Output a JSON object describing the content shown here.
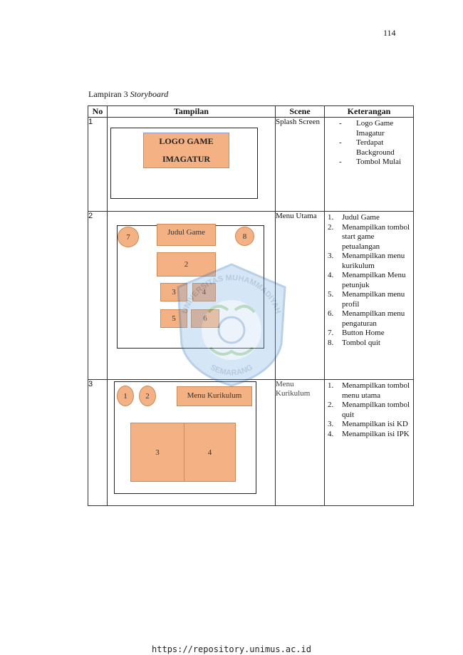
{
  "page": {
    "number": "114",
    "caption_prefix": "Lampiran 3 ",
    "caption_italic": "Storyboard",
    "footer_url": "https://repository.unimus.ac.id"
  },
  "table": {
    "headers": [
      "No",
      "Tampilan",
      "Scene",
      "Keterangan"
    ],
    "rows": [
      {
        "no": "1",
        "scene": "Splash Screen",
        "mockup": {
          "logo_line1": "LOGO GAME",
          "logo_line2": "IMAGATUR"
        },
        "desc_style": "dash",
        "desc": [
          "Logo Game Imagatur",
          "Terdapat Background",
          "Tombol Mulai"
        ]
      },
      {
        "no": "2",
        "scene": "Menu Utama",
        "mockup": {
          "title": "Judul Game",
          "b2": "2",
          "b3": "3",
          "b4": "4",
          "b5": "5",
          "b6": "6",
          "c7": "7",
          "c8": "8"
        },
        "desc_style": "numbered",
        "desc": [
          "Judul Game",
          "Menampilkan tombol start game petualangan",
          "Menampilkan menu kurikulum",
          "Menampilkan Menu petunjuk",
          "Menampilkan menu profil",
          "Menampilkan menu pengaturan",
          "Button Home",
          "Tombol quit"
        ]
      },
      {
        "no": "3",
        "scene": "Menu Kurikulum",
        "mockup": {
          "c1": "1",
          "c2": "2",
          "title": "Menu Kurikulum",
          "b3": "3",
          "b4": "4"
        },
        "desc_style": "numbered",
        "desc": [
          "Menampilkan tombol menu utama",
          "Menampilkan tombol quit",
          "Menampilkan isi KD",
          "Menampilkan isi IPK"
        ]
      }
    ]
  },
  "watermark": {
    "top_text": "UNIVERSITAS MUHAMMADIYAH",
    "bottom_text": "SEMARANG",
    "color": "#2a6fb8"
  }
}
